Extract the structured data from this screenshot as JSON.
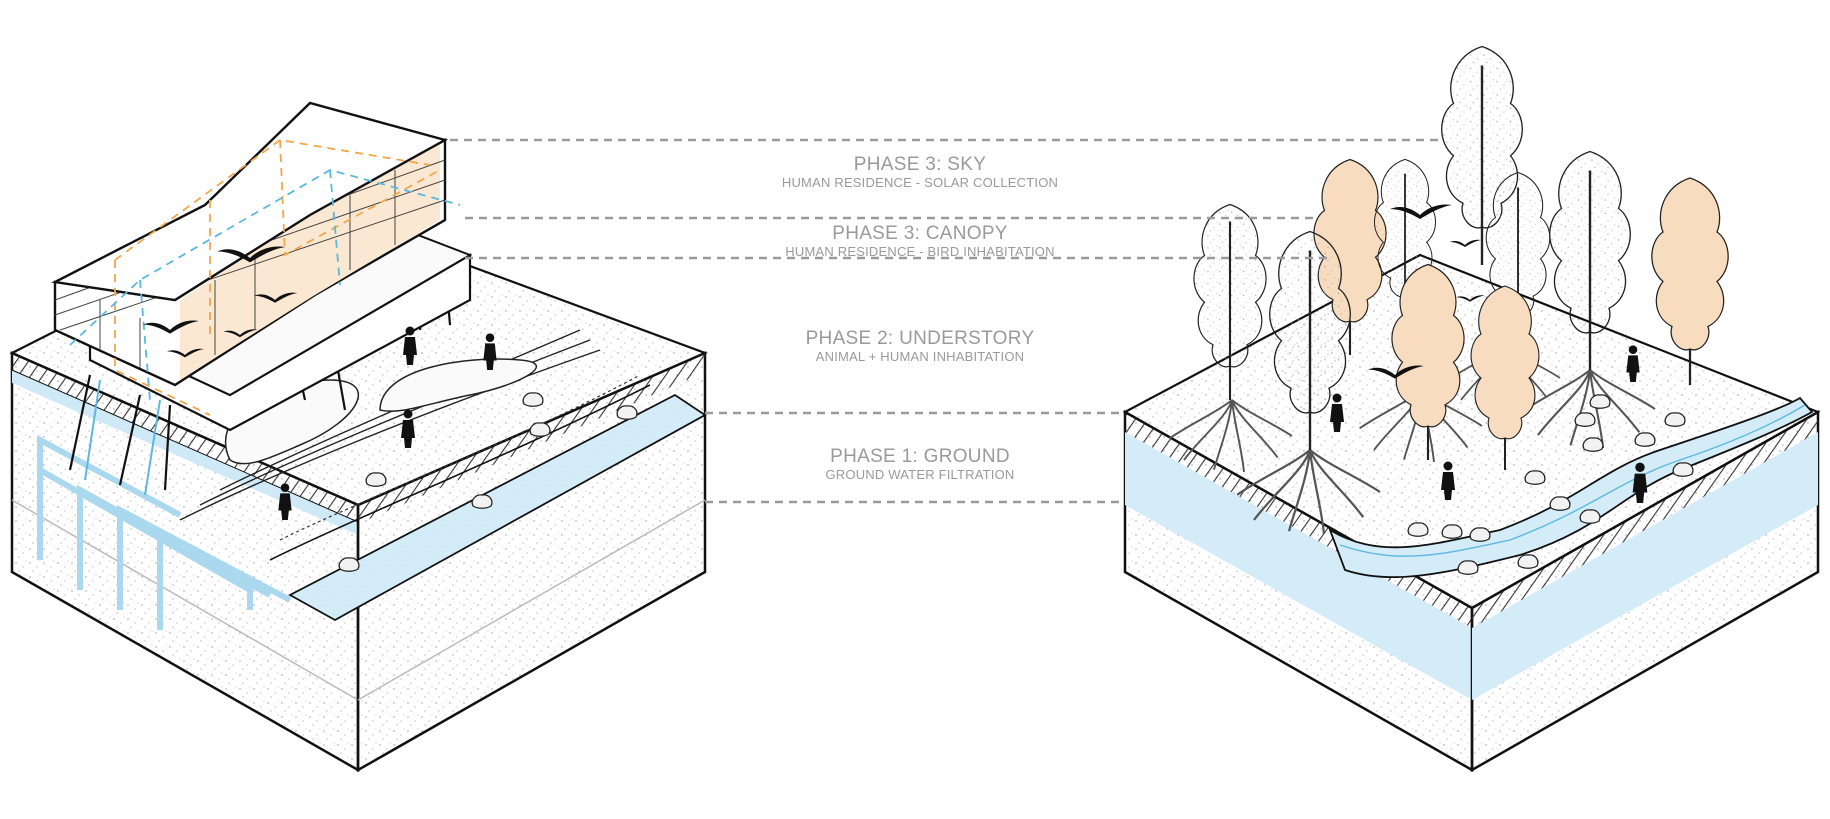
{
  "phases": [
    {
      "title": "PHASE 3: SKY",
      "subtitle": "HUMAN RESIDENCE - SOLAR COLLECTION"
    },
    {
      "title": "PHASE 3: CANOPY",
      "subtitle": "HUMAN RESIDENCE - BIRD INHABITATION"
    },
    {
      "title": "PHASE 2: UNDERSTORY",
      "subtitle": "ANIMAL + HUMAN INHABITATION"
    },
    {
      "title": "PHASE 1: GROUND",
      "subtitle": "GROUND WATER FILTRATION"
    }
  ],
  "colors": {
    "water": "#d4ecf8",
    "water_line": "#5bb8e0",
    "solar": "#f3a64a",
    "panel_tint": "#fbe8d2",
    "leader_line": "#9a9a9a",
    "ink": "#1a1a1a"
  }
}
